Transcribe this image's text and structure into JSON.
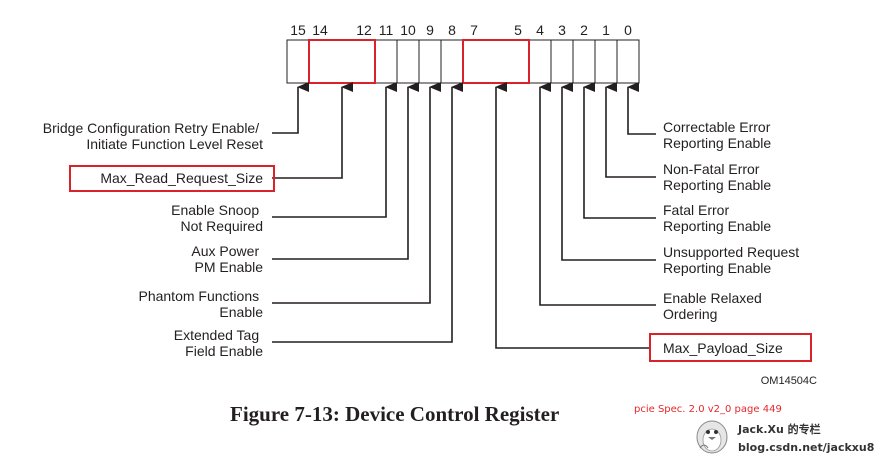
{
  "register": {
    "bit_numbers": [
      "15",
      "14",
      "12",
      "11",
      "10",
      "9",
      "8",
      "7",
      "5",
      "4",
      "3",
      "2",
      "1",
      "0"
    ]
  },
  "fields_left": [
    {
      "lines": [
        "Bridge Configuration Retry Enable/",
        "Initiate Function Level Reset"
      ],
      "bit": "15",
      "highlight": false
    },
    {
      "lines": [
        "Max_Read_Request_Size"
      ],
      "bit": "14:12",
      "highlight": true
    },
    {
      "lines": [
        "Enable Snoop",
        "Not Required"
      ],
      "bit": "11",
      "highlight": false
    },
    {
      "lines": [
        "Aux Power",
        "PM Enable"
      ],
      "bit": "10",
      "highlight": false
    },
    {
      "lines": [
        "Phantom Functions",
        "Enable"
      ],
      "bit": "9",
      "highlight": false
    },
    {
      "lines": [
        "Extended Tag",
        "Field Enable"
      ],
      "bit": "8",
      "highlight": false
    }
  ],
  "fields_right": [
    {
      "lines": [
        "Correctable Error",
        "Reporting Enable"
      ],
      "bit": "0",
      "highlight": false
    },
    {
      "lines": [
        "Non-Fatal Error",
        "Reporting Enable"
      ],
      "bit": "1",
      "highlight": false
    },
    {
      "lines": [
        "Fatal Error",
        "Reporting Enable"
      ],
      "bit": "2",
      "highlight": false
    },
    {
      "lines": [
        "Unsupported Request",
        "Reporting Enable"
      ],
      "bit": "3",
      "highlight": false
    },
    {
      "lines": [
        "Enable Relaxed",
        "Ordering"
      ],
      "bit": "4",
      "highlight": false
    },
    {
      "lines": [
        "Max_Payload_Size"
      ],
      "bit": "7:5",
      "highlight": true
    }
  ],
  "figure_code": "OM14504C",
  "caption": "Figure 7-13:  Device Control Register",
  "annotation": "pcie Spec. 2.0 v2_0 page 449",
  "watermark": {
    "line1": "Jack.Xu 的专栏",
    "line2": "blog.csdn.net/jackxu8",
    "logo_icon": "penguin-logo-icon"
  },
  "colors": {
    "line": "#231f20",
    "highlight": "#d9222a",
    "annotation": "#e8262a"
  }
}
